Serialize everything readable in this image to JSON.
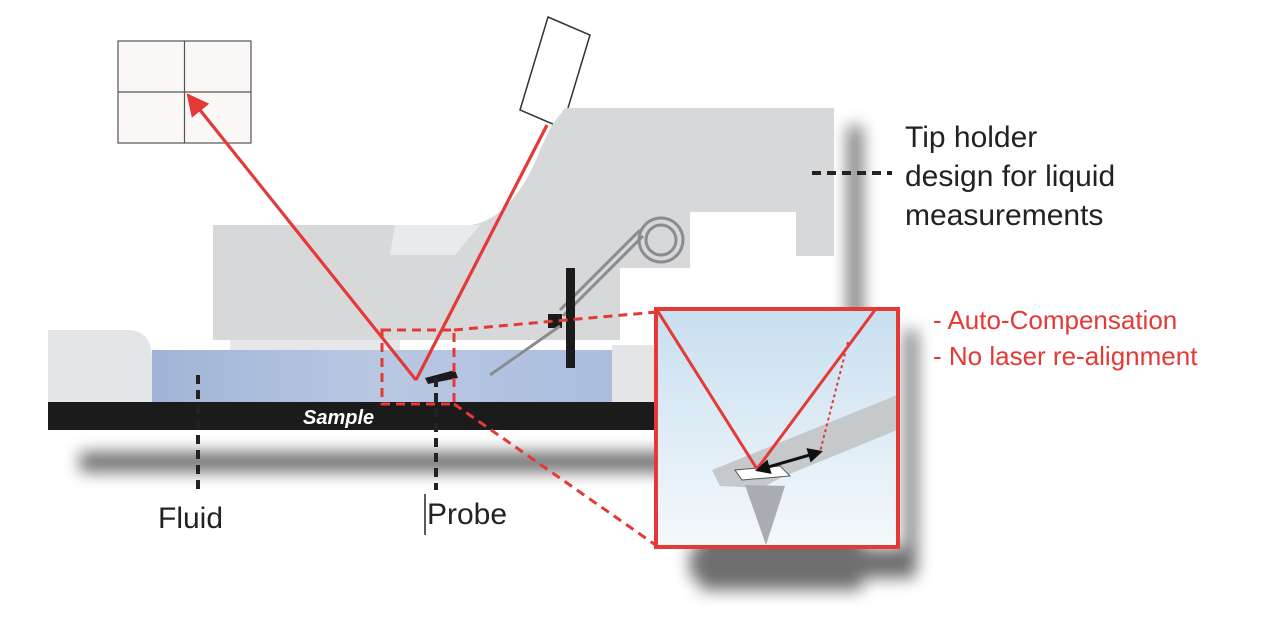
{
  "labels": {
    "tip_holder_line1": "Tip holder",
    "tip_holder_line2": "design for liquid",
    "tip_holder_line3": "measurements",
    "feature_1": "- Auto-Compensation",
    "feature_2": "- No laser re-alignment",
    "fluid": "Fluid",
    "probe": "Probe",
    "sample": "Sample"
  },
  "colors": {
    "laser": "#e53935",
    "holder": "#d7d8da",
    "shadow": "#5a5a5a",
    "fluid": "#b3c4de",
    "sample": "#1b1b1b",
    "text": "#222222"
  },
  "icons": [
    "laser-source",
    "photodetector",
    "spring-coil",
    "cantilever-probe",
    "zoom-inset"
  ]
}
